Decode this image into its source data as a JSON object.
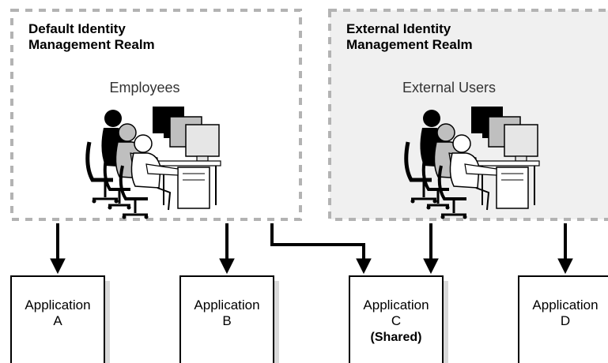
{
  "realms": [
    {
      "title_line1": "Default Identity",
      "title_line2": "Management Realm",
      "group_label": "Employees",
      "background": "#ffffff"
    },
    {
      "title_line1": "External Identity",
      "title_line2": "Management Realm",
      "group_label": "External Users",
      "background": "#f0f0f0"
    }
  ],
  "applications": [
    {
      "line1": "Application",
      "line2": "A",
      "note": ""
    },
    {
      "line1": "Application",
      "line2": "B",
      "note": ""
    },
    {
      "line1": "Application",
      "line2": "C",
      "note": "(Shared)"
    },
    {
      "line1": "Application",
      "line2": "D",
      "note": ""
    }
  ],
  "colors": {
    "realm_border": "#b3b3b3",
    "external_realm_fill": "#f0f0f0",
    "arrow": "#000000",
    "box_shadow": "#d9d9d9",
    "monitor_gray": "#bfbfbf",
    "monitor_light": "#e6e6e6"
  },
  "icons": {
    "people_at_workstations": "people-at-computers-icon"
  }
}
